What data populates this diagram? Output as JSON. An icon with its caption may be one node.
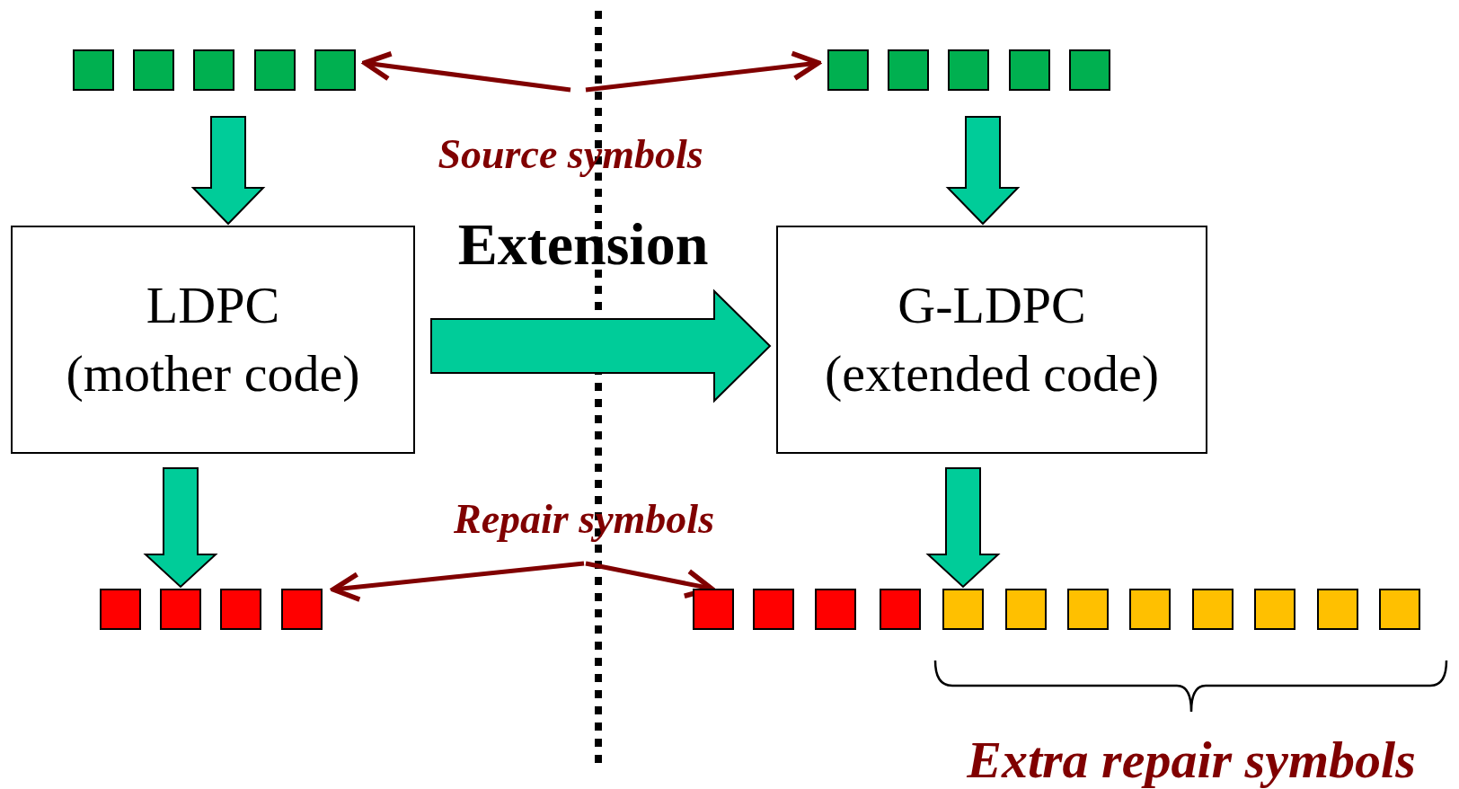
{
  "diagram": {
    "nodes": [
      {
        "text": [],
        "shape": "box"
      },
      {
        "text": [],
        "shape": "box"
      },
      {
        "text": [],
        "shape": "box"
      },
      {
        "text": [],
        "shape": "box"
      },
      {
        "text": [],
        "shape": "box"
      },
      {
        "text": [],
        "shape": "box"
      },
      {
        "text": [],
        "shape": "box"
      },
      {
        "text": [],
        "shape": "box"
      },
      {
        "text": [],
        "shape": "box"
      },
      {
        "text": [],
        "shape": "box"
      },
      {
        "text": [
          "Source symbols"
        ]
      },
      {
        "text": [
          "LDPC",
          "(mother code)"
        ]
      },
      {
        "text": [
          "G-LDPC",
          "(extended code)"
        ]
      },
      {
        "text": [
          "Repair symbols"
        ]
      },
      {
        "text": [],
        "shape": "box"
      },
      {
        "text": [],
        "shape": "box"
      },
      {
        "text": [],
        "shape": "box"
      },
      {
        "text": [],
        "shape": "box"
      },
      {
        "text": [],
        "shape": "box"
      },
      {
        "text": [],
        "shape": "box"
      },
      {
        "text": [],
        "shape": "box"
      },
      {
        "text": [],
        "shape": "box"
      },
      {
        "text": [],
        "shape": "box"
      },
      {
        "text": [],
        "shape": "box"
      },
      {
        "text": [],
        "shape": "box"
      },
      {
        "text": [],
        "shape": "box"
      },
      {
        "text": [],
        "shape": "box"
      },
      {
        "text": [],
        "shape": "box"
      },
      {
        "text": [],
        "shape": "box"
      },
      {
        "text": [],
        "shape": "box"
      }
    ],
    "edges": [
      {
        "from": 10,
        "to": 4,
        "arrow": "to",
        "color": "#800000"
      },
      {
        "from": 10,
        "to": 5,
        "arrow": "to",
        "color": "#800000"
      },
      {
        "from": 2,
        "to": 11,
        "arrow": "to",
        "style": "thick"
      },
      {
        "from": 7,
        "to": 12,
        "arrow": "to",
        "style": "thick"
      },
      {
        "from": 11,
        "to": 12,
        "arrow": "to",
        "style": "thick",
        "label": "Extension"
      },
      {
        "from": 11,
        "to": 15,
        "arrow": "to",
        "style": "thick"
      },
      {
        "from": 12,
        "to": 22,
        "arrow": "to",
        "style": "thick"
      },
      {
        "from": 13,
        "to": 17,
        "arrow": "to",
        "color": "#800000"
      },
      {
        "from": 13,
        "to": 18,
        "arrow": "to",
        "color": "#800000"
      }
    ],
    "labels": [
      "Extra repair symbols"
    ]
  }
}
